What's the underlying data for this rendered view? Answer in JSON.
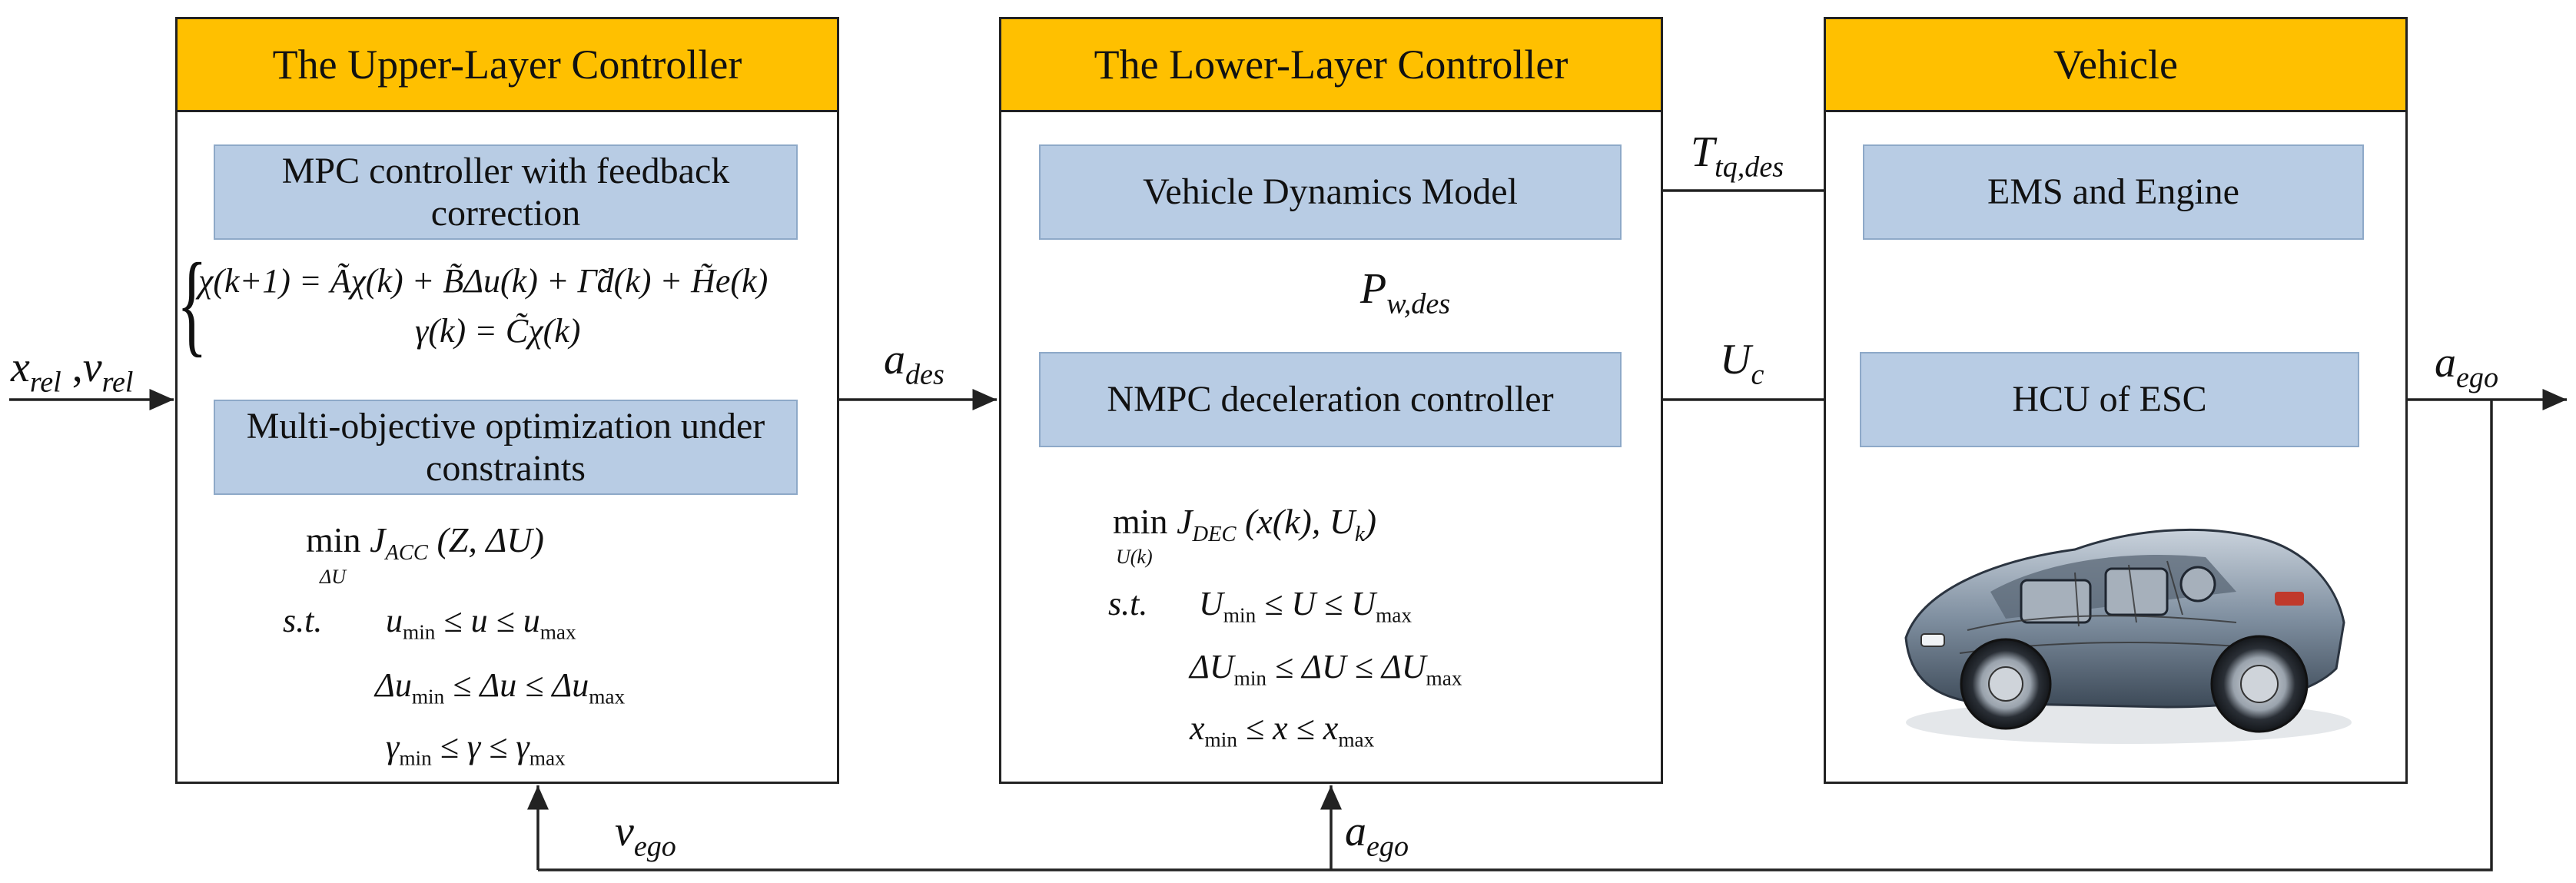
{
  "upper": {
    "title": "The Upper-Layer Controller",
    "box1": "MPC controller with feedback correction",
    "box2": "Multi-objective optimization under constraints",
    "model_eq1": "χ(k+1) = Ãχ(k) + B̃Δu(k) + Γ̃d(k) + H̃e(k)",
    "model_eq2": "γ(k) = C̃χ(k)",
    "opt": {
      "obj_min": "min",
      "obj_under": "ΔU",
      "obj_J": "J",
      "obj_sub": "ACC",
      "obj_args": "(Z, ΔU)",
      "st": "s.t.",
      "c1_left": "u",
      "c1_min": "min",
      "c1_mid": "≤ u ≤ u",
      "c1_max": "max",
      "c2_left": "Δu",
      "c2_min": "min",
      "c2_mid": "≤ Δu ≤ Δu",
      "c2_max": "max",
      "c3_left": "γ",
      "c3_min": "min",
      "c3_mid": "≤ γ ≤ γ",
      "c3_max": "max"
    }
  },
  "lower": {
    "title": "The Lower-Layer Controller",
    "box1": "Vehicle Dynamics Model",
    "box2": "NMPC deceleration controller",
    "opt": {
      "obj_min": "min",
      "obj_under": "U(k)",
      "obj_J": "J",
      "obj_sub": "DEC",
      "obj_args": "(x(k), U",
      "obj_args_sub": "k",
      "obj_args_end": ")",
      "st": "s.t.",
      "c1_left": "U",
      "c1_min": "min",
      "c1_mid": "≤ U ≤ U",
      "c1_max": "max",
      "c2_left": "ΔU",
      "c2_min": "min",
      "c2_mid": "≤ ΔU ≤ ΔU",
      "c2_max": "max",
      "c3_left": "x",
      "c3_min": "min",
      "c3_mid": "≤ x ≤ x",
      "c3_max": "max"
    }
  },
  "vehicle": {
    "title": "Vehicle",
    "box1": "EMS and Engine",
    "box2": "HCU of ESC",
    "image": "car-cutaway-illustration"
  },
  "signals": {
    "input_x": "x",
    "input_x_sub": "rel",
    "input_sep": " ,",
    "input_v": "v",
    "input_v_sub": "rel",
    "a_des": "a",
    "a_des_sub": "des",
    "T_tq": "T",
    "T_tq_sub": "tq,des",
    "P_w": "P",
    "P_w_sub": "w,des",
    "U_c": "U",
    "U_c_sub": "c",
    "a_ego_out": "a",
    "a_ego_out_sub": "ego",
    "v_ego_fb": "v",
    "v_ego_fb_sub": "ego",
    "a_ego_fb": "a",
    "a_ego_fb_sub": "ego"
  },
  "colors": {
    "header": "#FFC000",
    "box_fill": "#B8CCE4",
    "line": "#222222"
  }
}
